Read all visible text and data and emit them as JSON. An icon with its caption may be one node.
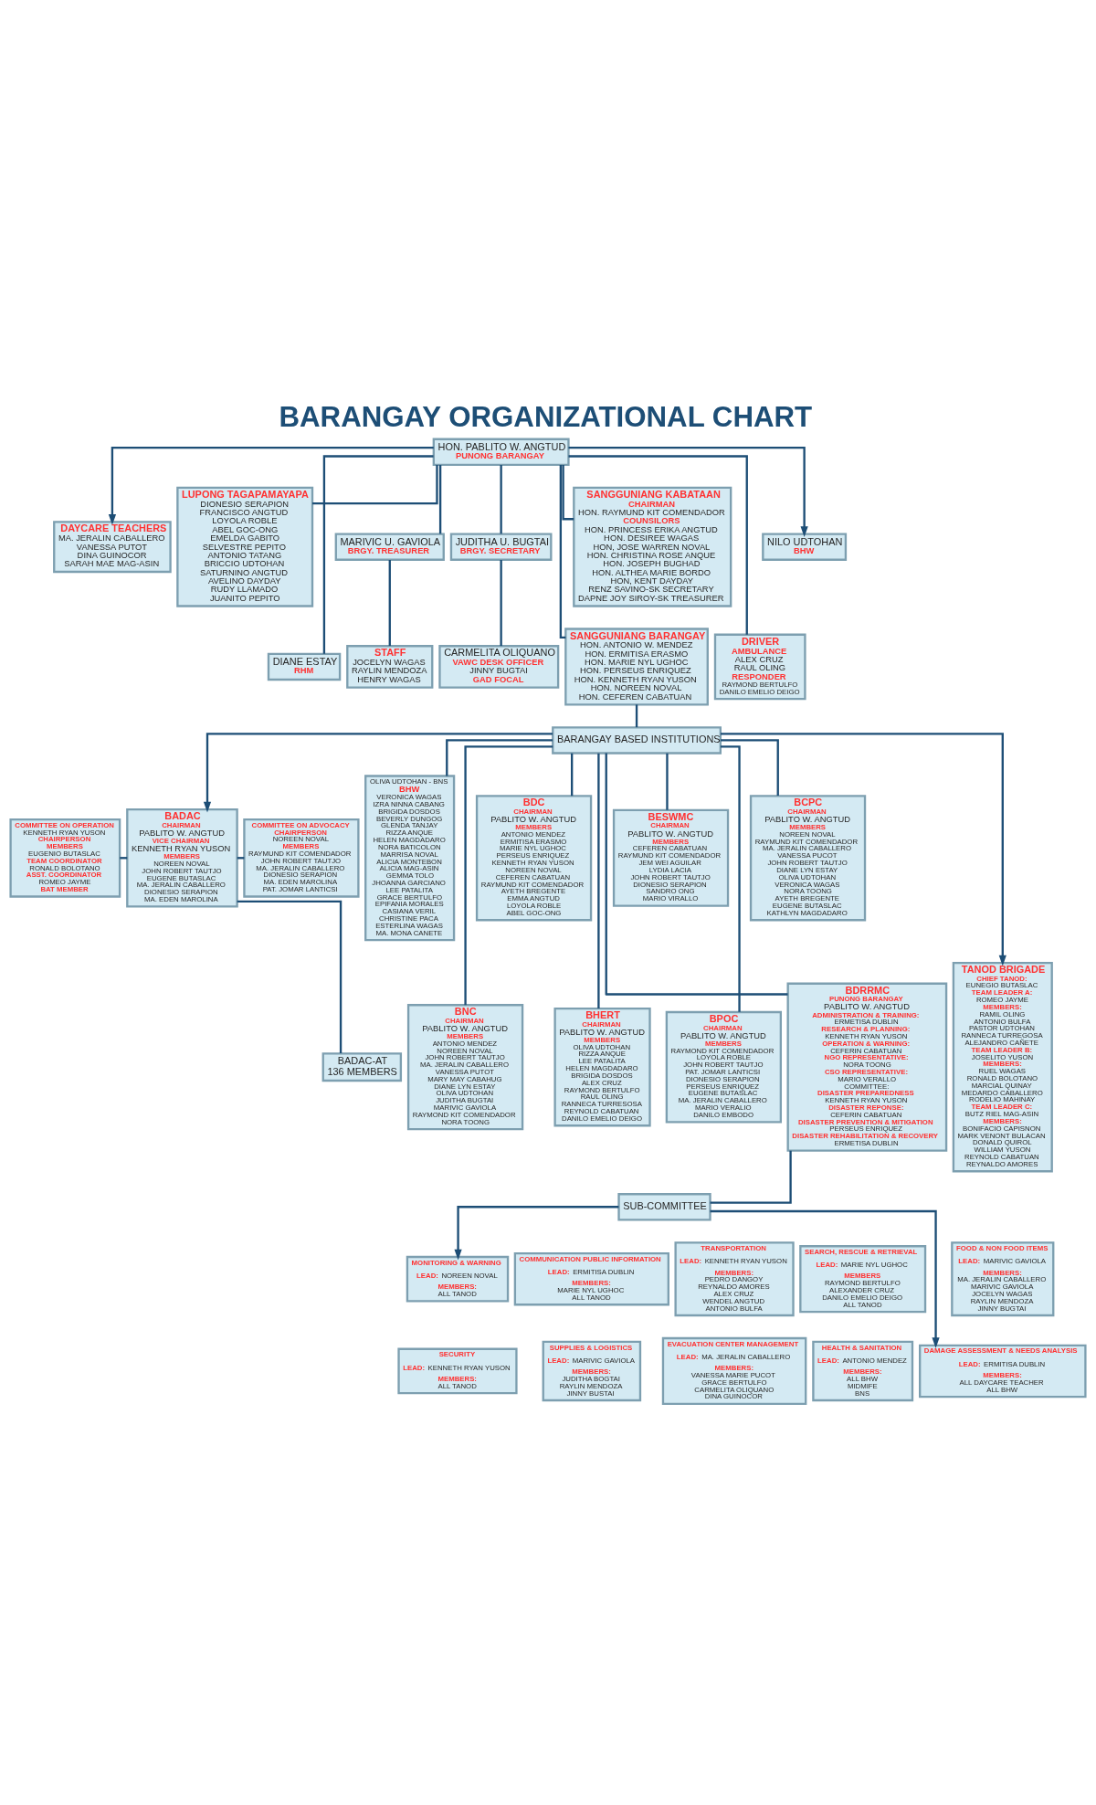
{
  "diagram": {
    "title": "BARANGAY ORGANIZATIONAL CHART",
    "nodes": [
      {
        "text": [
          "HON. PABLITO W. ANGTUD",
          "PUNONG BARANGAY"
        ]
      },
      {
        "text": [
          "DAYCARE TEACHERS",
          "MA. JERALIN CABALLERO",
          "VANESSA PUTOT",
          "DINA GUINOCOR",
          "SARAH MAE MAG-ASIN"
        ]
      },
      {
        "text": [
          "LUPONG TAGAPAMAYAPA",
          "DIONESIO SERAPION",
          "FRANCISCO ANGTUD",
          "LOYOLA ROBLE",
          "ABEL GOC-ONG",
          "EMELDA GABITO",
          "SELVESTRE PEPITO",
          "ANTONIO TATANG",
          "BRICCIO UDTOHAN",
          "SATURNINO ANGTUD",
          "AVELINO DAYDAY",
          "RUDY LLAMADO",
          "JUANITO PEPITO"
        ]
      },
      {
        "text": [
          "MARIVIC U. GAVIOLA",
          "BRGY. TREASURER"
        ]
      },
      {
        "text": [
          "JUDITHA U. BUGTAI",
          "BRGY. SECRETARY"
        ]
      },
      {
        "text": [
          "SANGGUNIANG KABATAAN",
          "CHAIRMAN",
          "HON. RAYMUND KIT COMENDADOR",
          "COUNSILORS",
          "HON. PRINCESS ERIKA ANGTUD",
          "HON. DESIREE WAGAS",
          "HON, JOSE WARREN NOVAL",
          "HON. CHRISTINA ROSE ANQUE",
          "HON. JOSEPH BUGHAD",
          "HON. ALTHEA MARIE BORDO",
          "HON, KENT DAYDAY",
          "RENZ SAVINO-SK SECRETARY",
          "DAPNE JOY SIROY-SK TREASURER"
        ]
      },
      {
        "text": [
          "NILO UDTOHAN",
          "BHW"
        ]
      },
      {
        "text": [
          "STAFF",
          "JOCELYN WAGAS",
          "RAYLIN MENDOZA",
          "HENRY WAGAS"
        ]
      },
      {
        "text": [
          "CARMELITA OLIQUANO",
          "VAWC DESK OFFICER",
          "JINNY BUGTAI",
          "GAD FOCAL"
        ]
      },
      {
        "text": [
          "DIANE ESTAY",
          "RHM"
        ]
      },
      {
        "text": [
          "SANGGUNIANG BARANGAY",
          "HON. ANTONIO W. MENDEZ",
          "HON. ERMITISA ERASMO",
          "HON. MARIE NYL UGHOC",
          "HON. PERSEUS ENRIQUEZ",
          "HON. KENNETH RYAN YUSON",
          "HON. NOREEN NOVAL",
          "HON. CEFEREN CABATUAN"
        ]
      },
      {
        "text": [
          "DRIVER",
          "AMBULANCE",
          "ALEX CRUZ",
          "RAUL OLING",
          "RESPONDER",
          "RAYMOND BERTULFO",
          "DANILO EMELIO DEIGO"
        ]
      },
      {
        "text": [
          "BARANGAY BASED INSTITUTIONS"
        ]
      },
      {
        "text": [
          "COMMITTEE ON OPERATION",
          "KENNETH RYAN YUSON",
          "CHAIRPERSON",
          "MEMBERS",
          "EUGENIO BUTASLAC",
          "TEAM COORDINATOR",
          "RONALD BOLOTANO",
          "ASST. COORDINATOR",
          "ROMEO JAYME",
          "BAT MEMBER"
        ]
      },
      {
        "text": [
          "BADAC",
          "CHAIRMAN",
          "PABLITO W. ANGTUD",
          "VICE CHAIRMAN",
          "KENNETH RYAN YUSON",
          "MEMBERS",
          "NOREEN NOVAL",
          "JOHN ROBERT TAUTJO",
          "EUGENE BUTASLAC",
          "MA. JERALIN CABALLERO",
          "DIONESIO SERAPION",
          "MA. EDEN MAROLINA"
        ]
      },
      {
        "text": [
          "COMMITTEE ON ADVOCACY",
          "CHAIRPERSON",
          "NOREEN NOVAL",
          "MEMBERS",
          "RAYMUND KIT COMENDADOR",
          "JOHN ROBERT TAUTJO",
          "MA. JERALIN CABALLERO",
          "DIONESIO SERAPION",
          "MA. EDEN MAROLINA",
          "PAT. JOMAR LANTICSI"
        ]
      },
      {
        "text": [
          "OLIVA UDTOHAN - BNS",
          "BHW",
          "VERONICA WAGAS",
          "IZRA NINNA CABANG",
          "BRIGIDA DOSDOS",
          "BEVERLY DUNGOG",
          "GLENDA TANJAY",
          "RIZZA ANQUE",
          "HELEN MAGDADARO",
          "NORA BATICOLON",
          "MARRISA NOVAL",
          "ALICIA MONTEBON",
          "ALICIA MAG-ASIN",
          "GEMMA TOLO",
          "JHOANNA GARCIANO",
          "LEE PATALITA",
          "GRACE BERTULFO",
          "EPIFANIA MORALES",
          "CASIANA VERIL",
          "CHRISTINE PACA",
          "ESTERLINA WAGAS",
          "MA. MONA CANETE"
        ]
      },
      {
        "text": [
          "BDC",
          "CHAIRMAN",
          "PABLITO W. ANGTUD",
          "MEMBERS",
          "ANTONIO MENDEZ",
          "ERMITISA ERASMO",
          "MARIE NYL UGHOC",
          "PERSEUS ENRIQUEZ",
          "KENNETH RYAN YUSON",
          "NOREEN NOVAL",
          "CEFEREN CABATUAN",
          "RAYMUND KIT COMENDADOR",
          "AYETH BREGENTE",
          "EMMA ANGTUD",
          "LOYOLA ROBLE",
          "ABEL GOC-ONG"
        ]
      },
      {
        "text": [
          "BESWMC",
          "CHAIRMAN",
          "PABLITO W. ANGTUD",
          "MEMBERS",
          "CEFEREN CABATUAN",
          "RAYMUND KIT COMENDADOR",
          "JEM WEI AGUILAR",
          "LYDIA LACIA",
          "JOHN ROBERT TAUTJO",
          "DIONESIO SERAPION",
          "SANDRO ONG",
          "MARIO VIRALLO"
        ]
      },
      {
        "text": [
          "BCPC",
          "CHAIRMAN",
          "PABLITO W. ANGTUD",
          "MEMBERS",
          "NOREEN NOVAL",
          "RAYMUND KIT COMENDADOR",
          "MA. JERALIN CABALLERO",
          "VANESSA PUCOT",
          "JOHN ROBERT TAUTJO",
          "DIANE LYN ESTAY",
          "OLIVA UDTOHAN",
          "VERONICA WAGAS",
          "NORA TOONG",
          "AYETH BREGENTE",
          "EUGENE BUTASLAC",
          "KATHLYN MAGDADARO"
        ]
      },
      {
        "text": [
          "BNC",
          "CHAIRMAN",
          "PABLITO W. ANGTUD",
          "MEMBERS",
          "ANTONIO MENDEZ",
          "NOREEN NOVAL",
          "JOHN ROBERT TAUTJO",
          "MA. JERALIN CABALLERO",
          "VANESSA PUTOT",
          "MARY MAY CABAHUG",
          "DIANE LYN ESTAY",
          "OLIVA UDTOHAN",
          "JUDITHA BUGTAI",
          "MARIVIC GAVIOLA",
          "RAYMOND KIT COMENDADOR",
          "NORA TOONG"
        ]
      },
      {
        "text": [
          "BHERT",
          "CHAIRMAN",
          "PABLITO W. ANGTUD",
          "MEMBERS",
          "OLIVA UDTOHAN",
          "RIZZA ANQUE",
          "LEE PATALITA",
          "HELEN MAGDADARO",
          "BRIGIDA DOSDOS",
          "ALEX CRUZ",
          "RAYMOND BERTULFO",
          "RAUL OLING",
          "RANNECA TURRESOSA",
          "REYNOLD CABATUAN",
          "DANILO EMELIO DEIGO"
        ]
      },
      {
        "text": [
          "BPOC",
          "CHAIRMAN",
          "PABLITO W. ANGTUD",
          "MEMBERS",
          "RAYMOND KIT COMENDADOR",
          "LOYOLA ROBLE",
          "JOHN ROBERT TAUTJO",
          "PAT. JOMAR LANTICSI",
          "DIONESIO SERAPION",
          "PERSEUS ENRIQUEZ",
          "EUGENE BUTASLAC",
          "MA. JERALIN CABALLERO",
          "MARIO VERALIO",
          "DANILO EMBODO"
        ]
      },
      {
        "text": [
          "BDRRMC",
          "PUNONG BARANGAY",
          "PABLITO W. ANGTUD",
          "ADMINISTRATION & TRAINING:",
          "ERMETISA DUBLIN",
          "RESEARCH & PLANNING:",
          "KENNETH RYAN YUSON",
          "OPERATION & WARNING:",
          "CEFERIN CABATUAN",
          "NGO REPRESENTATIVE:",
          "NORA TOONG",
          "CSO REPRESENTATIVE:",
          "MARIO VERALLO",
          "COMMITTEE:",
          "DISASTER PREPAREDNESS",
          "KENNETH RYAN YUSON",
          "DISASTER REPONSE:",
          "CEFERIN CABATUAN",
          "DISASTER PREVENTION & MITIGATION",
          "PERSEUS ENRIQUEZ",
          "DISASTER REHABILITATION & RECOVERY",
          "ERMETISA DUBLIN"
        ]
      },
      {
        "text": [
          "TANOD BRIGADE",
          "CHIEF TANOD:",
          "EUNEGIO BUTASLAC",
          "TEAM LEADER A:",
          "ROMEO JAYME",
          "MEMBERS:",
          "RAMIL OLING",
          "ANTONIO BULFA",
          "PASTOR UDTOHAN",
          "RANNECA TURREGOSA",
          "ALEJANDRO CAÑETE",
          "TEAM LEADER B:",
          "JOSELITO YUSON",
          "MEMBERS:",
          "RUEL WAGAS",
          "RONALD BOLOTANO",
          "MARCIAL QUINAY",
          "MEDARDO CABALLERO",
          "RODELIO MAHINAY",
          "TEAM LEADER C:",
          "BUTZ RIEL MAG-ASIN",
          "MEMBERS:",
          "BONIFACIO CAPISNON",
          "MARK VENONT BULACAN",
          "DONALD QUIROL",
          "WILLIAM YUSON",
          "REYNOLD CABATUAN",
          "REYNALDO AMORES"
        ]
      },
      {
        "text": [
          "BADAC-AT",
          "136 MEMBERS"
        ]
      },
      {
        "text": [
          "SUB-COMMITTEE"
        ]
      },
      {
        "text": [
          "MONITORING & WARNING",
          "LEAD:",
          "NOREEN NOVAL",
          "MEMBERS:",
          "ALL TANOD"
        ]
      },
      {
        "text": [
          "COMMUNICATION PUBLIC INFORMATION",
          "LEAD:",
          "ERMITISA DUBLIN",
          "MEMBERS:",
          "MARIE NYL UGHOC",
          "ALL TANOD"
        ]
      },
      {
        "text": [
          "TRANSPORTATION",
          "LEAD:",
          "KENNETH RYAN YUSON",
          "MEMBERS:",
          "PEDRO DANGOY",
          "REYNALDO AMORES",
          "ALEX CRUZ",
          "WENDEL ANGTUD",
          "ANTONIO BULFA"
        ]
      },
      {
        "text": [
          "SEARCH, RESCUE & RETRIEVAL",
          "LEAD:",
          "MARIE NYL UGHOC",
          "MEMBERS",
          "RAYMOND BERTULFO",
          "ALEXANDER CRUZ",
          "DANILO EMELIO DEIGO",
          "ALL TANOD"
        ]
      },
      {
        "text": [
          "FOOD & NON FOOD ITEMS",
          "LEAD:",
          "MARIVIC GAVIOLA",
          "MEMBERS:",
          "MA. JERALIN CABALLERO",
          "MARIVIC GAVIOLA",
          "JOCELYN WAGAS",
          "RAYLIN MENDOZA",
          "JINNY BUGTAI"
        ]
      },
      {
        "text": [
          "SECURITY",
          "LEAD:",
          "KENNETH RYAN YUSON",
          "MEMBERS:",
          "ALL TANOD"
        ]
      },
      {
        "text": [
          "SUPPLIES & LOGISTICS",
          "LEAD:",
          "MARIVIC GAVIOLA",
          "MEMBERS:",
          "JUDITHA BOGTAI",
          "RAYLIN MENDOZA",
          "JINNY BUSTAI"
        ]
      },
      {
        "text": [
          "EVACUATION CENTER MANAGEMENT",
          "LEAD:",
          "MA. JERALIN CABALLERO",
          "MEMBERS:",
          "VANESSA MARIE PUCOT",
          "GRACE BERTULFO",
          "CARMELITA OLIQUANO",
          "DINA GUINOCOR"
        ]
      },
      {
        "text": [
          "HEALTH & SANITATION",
          "LEAD:",
          "ANTONIO MENDEZ",
          "MEMBERS:",
          "ALL BHW",
          "MIDMIFE",
          "BNS"
        ]
      },
      {
        "text": [
          "DAMAGE ASSESSMENT & NEEDS ANALYSIS",
          "LEAD:",
          "ERMITISA DUBLIN",
          "MEMBERS:",
          "ALL DAYCARE TEACHER",
          "ALL BHW"
        ]
      }
    ],
    "edges": [
      {
        "from": 0,
        "to": 1,
        "arrow": "to"
      },
      {
        "from": 0,
        "to": 2,
        "arrow": "none"
      },
      {
        "from": 0,
        "to": 9,
        "arrow": "none"
      },
      {
        "from": 0,
        "to": 3,
        "arrow": "none"
      },
      {
        "from": 0,
        "to": 4,
        "arrow": "none"
      },
      {
        "from": 0,
        "to": 10,
        "arrow": "none"
      },
      {
        "from": 0,
        "to": 5,
        "arrow": "none"
      },
      {
        "from": 0,
        "to": 11,
        "arrow": "none"
      },
      {
        "from": 0,
        "to": 6,
        "arrow": "to"
      },
      {
        "from": 3,
        "to": 7,
        "arrow": "none"
      },
      {
        "from": 4,
        "to": 8,
        "arrow": "none"
      },
      {
        "from": 10,
        "to": 12,
        "arrow": "none"
      },
      {
        "from": 12,
        "to": 14,
        "arrow": "to"
      },
      {
        "from": 12,
        "to": 16,
        "arrow": "none"
      },
      {
        "from": 12,
        "to": 20,
        "arrow": "none"
      },
      {
        "from": 12,
        "to": 17,
        "arrow": "none"
      },
      {
        "from": 12,
        "to": 21,
        "arrow": "none"
      },
      {
        "from": 12,
        "to": 18,
        "arrow": "none"
      },
      {
        "from": 12,
        "to": 22,
        "arrow": "none"
      },
      {
        "from": 12,
        "to": 19,
        "arrow": "none"
      },
      {
        "from": 12,
        "to": 23,
        "arrow": "none"
      },
      {
        "from": 12,
        "to": 24,
        "arrow": "to"
      },
      {
        "from": 13,
        "to": 14,
        "arrow": "none"
      },
      {
        "from": 14,
        "to": 15,
        "arrow": "none"
      },
      {
        "from": 14,
        "to": 25,
        "arrow": "none"
      },
      {
        "from": 23,
        "to": 26,
        "arrow": "none"
      },
      {
        "from": 26,
        "to": 27,
        "arrow": "to"
      },
      {
        "from": 26,
        "to": 36,
        "arrow": "to"
      }
    ]
  }
}
